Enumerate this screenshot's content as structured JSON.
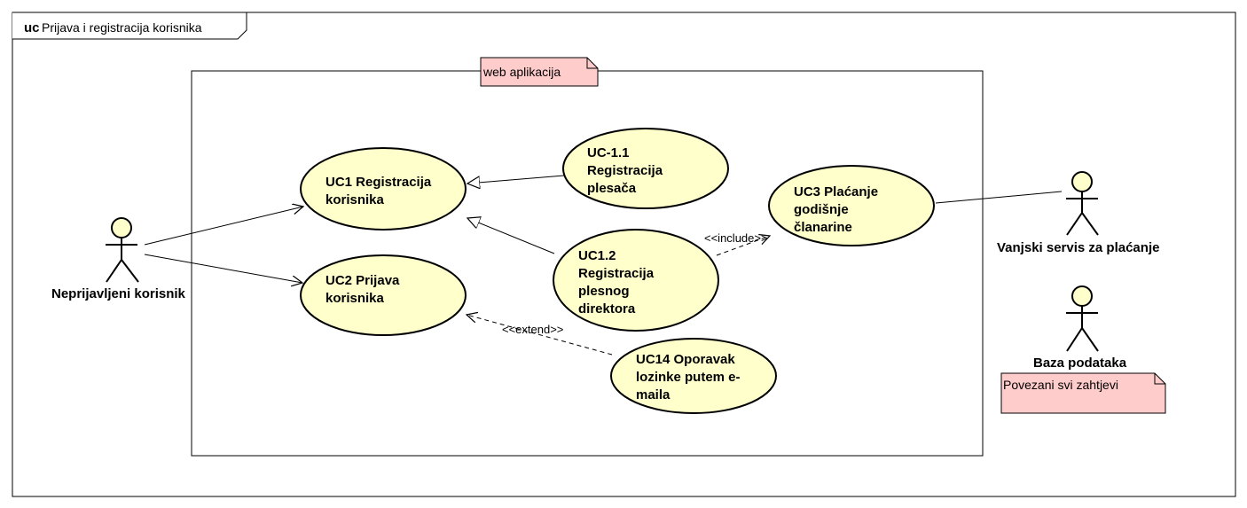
{
  "frame": {
    "keyword": "uc",
    "title": "Prijava i registracija korisnika"
  },
  "system": {
    "note": "web aplikacija"
  },
  "actors": {
    "user": "Neprijavljeni korisnik",
    "payment": "Vanjski servis za plaćanje",
    "database": "Baza podataka"
  },
  "database_note": "Povezani svi zahtjevi",
  "use_cases": {
    "uc1": [
      "UC1 Registracija",
      "korisnika"
    ],
    "uc2": [
      "UC2 Prijava",
      "korisnika"
    ],
    "uc11": [
      "UC-1.1",
      "Registracija",
      "plesača"
    ],
    "uc12": [
      "UC1.2",
      "Registracija",
      "plesnog",
      "direktora"
    ],
    "uc3": [
      "UC3 Plaćanje",
      "godišnje",
      "članarine"
    ],
    "uc14": [
      "UC14 Oporavak",
      "lozinke putem e-",
      "maila"
    ]
  },
  "relations": {
    "include": "<<include>>",
    "extend": "<<extend>>"
  },
  "colors": {
    "use_case_fill": "#ffffcc",
    "note_fill": "#ffcccc",
    "line": "#000000"
  }
}
